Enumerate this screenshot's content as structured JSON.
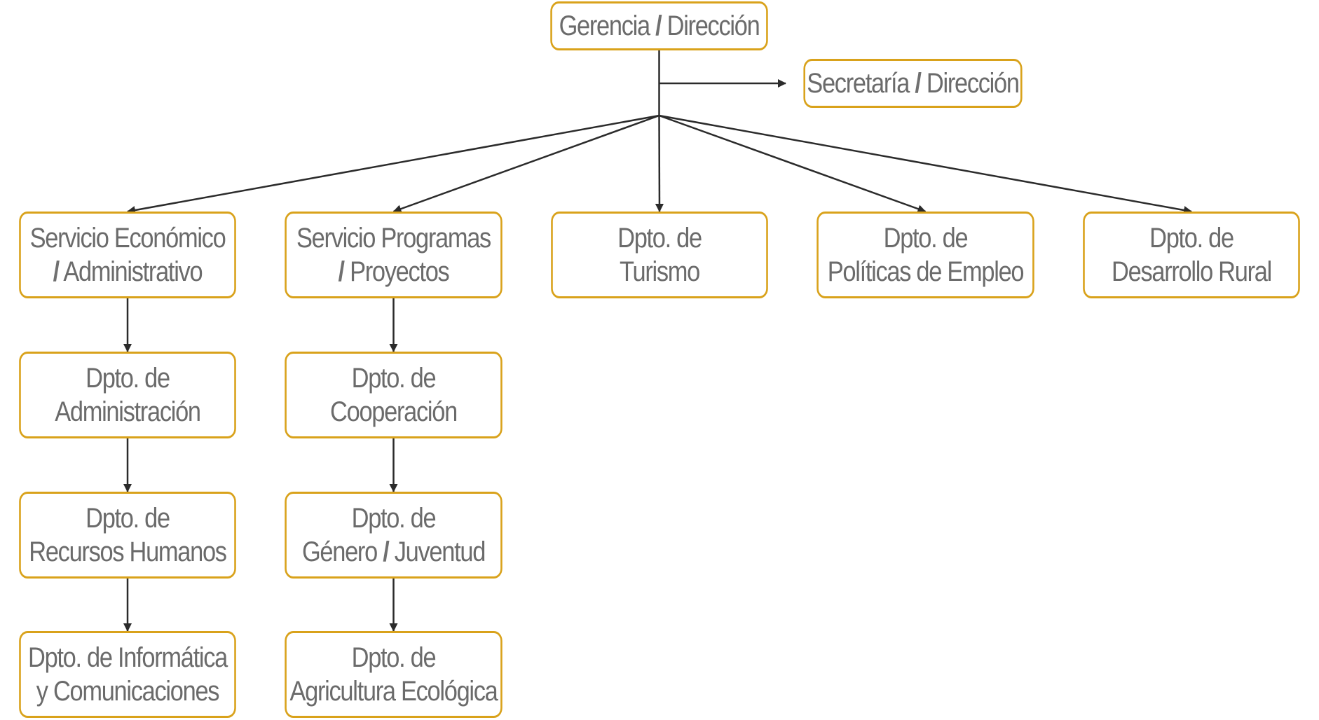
{
  "nodes": [
    {
      "id": "gerencia",
      "lines": [
        [
          "Gerencia ",
          {
            "sep": "/"
          },
          " Dirección"
        ]
      ]
    },
    {
      "id": "secretaria",
      "lines": [
        [
          "Secretaría ",
          {
            "sep": "/"
          },
          " Dirección"
        ]
      ]
    },
    {
      "id": "servicio-economico",
      "lines": [
        [
          "Servicio Económico"
        ],
        [
          {
            "sep": "/"
          },
          " Administrativo"
        ]
      ]
    },
    {
      "id": "servicio-programas",
      "lines": [
        [
          "Servicio Programas"
        ],
        [
          {
            "sep": "/"
          },
          " Proyectos"
        ]
      ]
    },
    {
      "id": "turismo",
      "lines": [
        [
          "Dpto. de"
        ],
        [
          "Turismo"
        ]
      ]
    },
    {
      "id": "politicas-empleo",
      "lines": [
        [
          "Dpto. de"
        ],
        [
          "Políticas de Empleo"
        ]
      ]
    },
    {
      "id": "desarrollo-rural",
      "lines": [
        [
          "Dpto. de"
        ],
        [
          "Desarrollo Rural"
        ]
      ]
    },
    {
      "id": "administracion",
      "lines": [
        [
          "Dpto. de"
        ],
        [
          "Administración"
        ]
      ]
    },
    {
      "id": "cooperacion",
      "lines": [
        [
          "Dpto. de"
        ],
        [
          "Cooperación"
        ]
      ]
    },
    {
      "id": "recursos-humanos",
      "lines": [
        [
          "Dpto. de"
        ],
        [
          "Recursos Humanos"
        ]
      ]
    },
    {
      "id": "genero-juventud",
      "lines": [
        [
          "Dpto. de"
        ],
        [
          "Género ",
          {
            "sep": "/"
          },
          " Juventud"
        ]
      ]
    },
    {
      "id": "informatica",
      "lines": [
        [
          "Dpto. de Informática"
        ],
        [
          "y Comunicaciones"
        ]
      ]
    },
    {
      "id": "agricultura",
      "lines": [
        [
          "Dpto. de"
        ],
        [
          "Agricultura Ecológica"
        ]
      ]
    }
  ],
  "edges": [
    {
      "from": "gerencia",
      "to": "secretaria"
    },
    {
      "from": "gerencia",
      "to": "servicio-economico"
    },
    {
      "from": "gerencia",
      "to": "servicio-programas"
    },
    {
      "from": "gerencia",
      "to": "turismo"
    },
    {
      "from": "gerencia",
      "to": "politicas-empleo"
    },
    {
      "from": "gerencia",
      "to": "desarrollo-rural"
    },
    {
      "from": "servicio-economico",
      "to": "administracion"
    },
    {
      "from": "administracion",
      "to": "recursos-humanos"
    },
    {
      "from": "recursos-humanos",
      "to": "informatica"
    },
    {
      "from": "servicio-programas",
      "to": "cooperacion"
    },
    {
      "from": "cooperacion",
      "to": "genero-juventud"
    },
    {
      "from": "genero-juventud",
      "to": "agricultura"
    }
  ],
  "colors": {
    "border": "#d9a21b",
    "text": "#6b6b6b",
    "connector": "#2b2b2b"
  }
}
